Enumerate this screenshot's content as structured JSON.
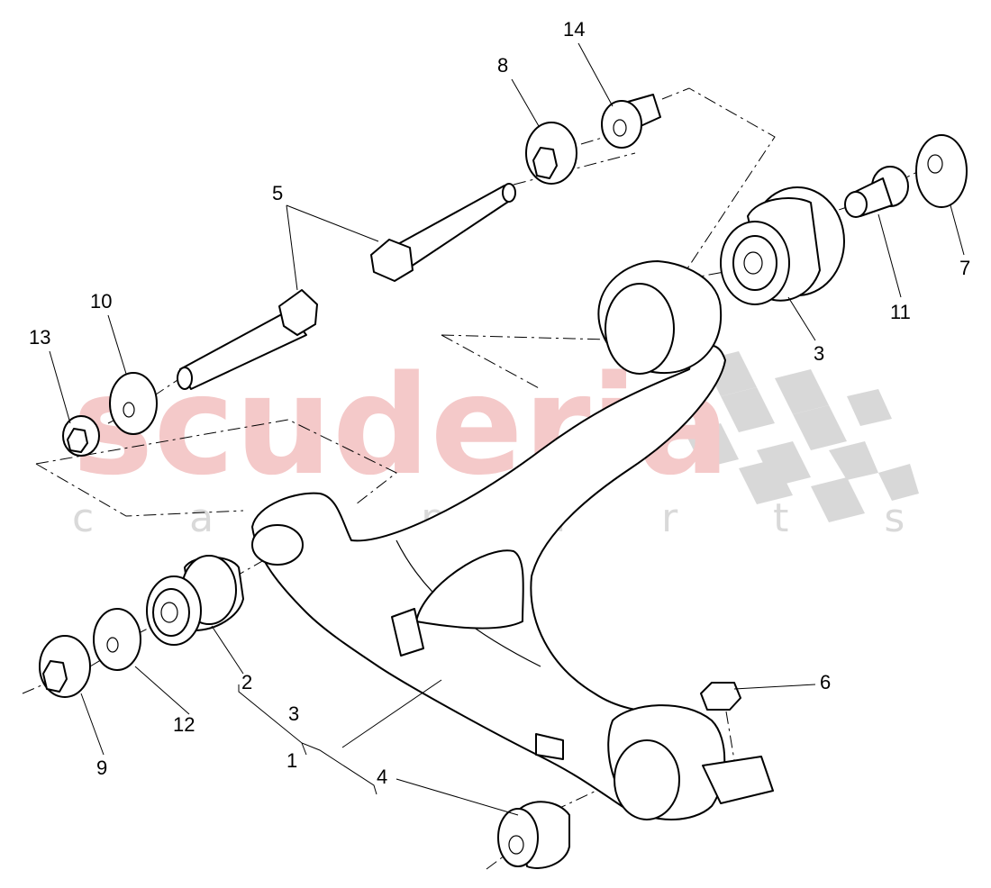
{
  "watermark": {
    "brand": "scuderia",
    "tagline": "c a r p a r t s"
  },
  "callouts": {
    "c1": "1",
    "c2": "2",
    "c3a": "3",
    "c3b": "3",
    "c4": "4",
    "c5": "5",
    "c6": "6",
    "c7": "7",
    "c8": "8",
    "c9": "9",
    "c10": "10",
    "c11": "11",
    "c12": "12",
    "c13": "13",
    "c14": "14"
  }
}
